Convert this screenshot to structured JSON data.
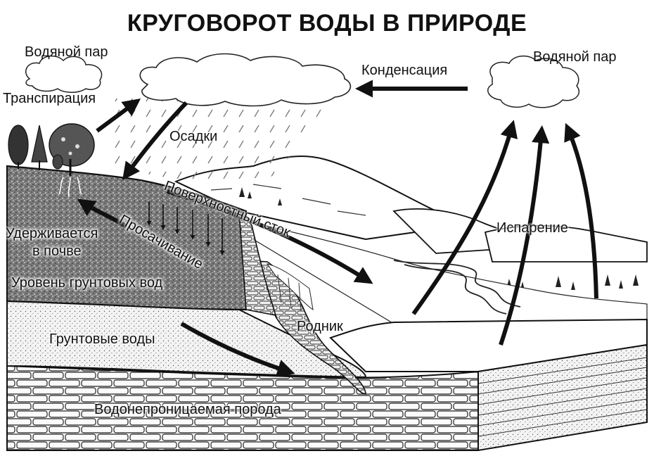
{
  "title": "КРУГОВОРОТ ВОДЫ В ПРИРОДЕ",
  "labels": {
    "vapor_left": "Водяной пар",
    "vapor_right": "Водяной пар",
    "transpiration": "Транспирация",
    "condensation": "Конденсация",
    "precipitation": "Осадки",
    "surface_runoff": "Поверхностный сток",
    "infiltration": "Просачивание",
    "retained_in_soil_1": "Удерживается",
    "retained_in_soil_2": "в почве",
    "water_table": "Уровень грунтовых вод",
    "evaporation": "Испарение",
    "spring": "Родник",
    "groundwater": "Грунтовые воды",
    "impermeable_rock": "Водонепроницаемая порода"
  }
}
